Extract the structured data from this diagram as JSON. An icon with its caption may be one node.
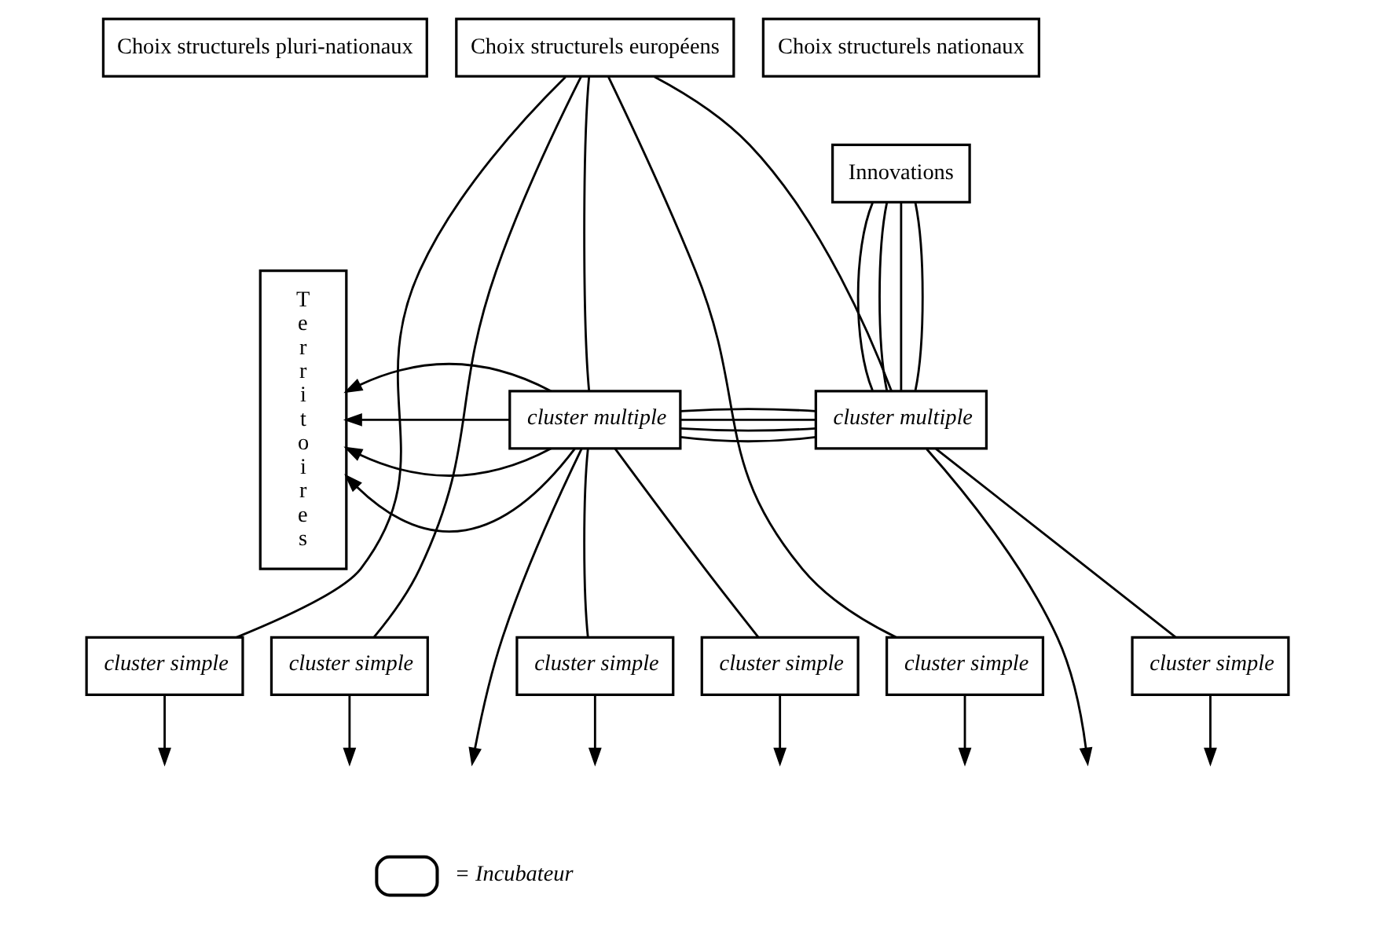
{
  "diagram": {
    "nodes": [
      {
        "text": [
          "Choix structurels européens"
        ]
      },
      {
        "text": [
          "Choix structurels pluri-nationaux"
        ]
      },
      {
        "text": [
          "Choix structurels nationaux"
        ]
      },
      {
        "text": [
          "Territoires"
        ]
      },
      {
        "text": [
          "Innovations"
        ]
      },
      {
        "text": [
          "cluster multiple"
        ]
      },
      {
        "text": [
          "cluster multiple"
        ]
      },
      {
        "text": [
          "cluster simple"
        ]
      },
      {
        "text": [
          "cluster simple"
        ]
      },
      {
        "text": [
          "cluster simple"
        ]
      },
      {
        "text": [
          "cluster simple"
        ]
      },
      {
        "text": [
          "cluster simple"
        ]
      },
      {
        "text": [
          "cluster simple"
        ]
      }
    ],
    "edges": [
      {
        "from": 0,
        "to": 7,
        "arrow": "none"
      },
      {
        "from": 0,
        "to": 8,
        "arrow": "none"
      },
      {
        "from": 0,
        "to": 5,
        "arrow": "none"
      },
      {
        "from": 0,
        "to": 11,
        "arrow": "none"
      },
      {
        "from": 0,
        "to": 6,
        "arrow": "none"
      },
      {
        "from": 4,
        "to": 6,
        "arrow": "none"
      },
      {
        "from": 4,
        "to": 6,
        "arrow": "none"
      },
      {
        "from": 4,
        "to": 6,
        "arrow": "none"
      },
      {
        "from": 4,
        "to": 6,
        "arrow": "none"
      },
      {
        "from": 6,
        "to": 5,
        "arrow": "none"
      },
      {
        "from": 6,
        "to": 5,
        "arrow": "none"
      },
      {
        "from": 6,
        "to": 5,
        "arrow": "none"
      },
      {
        "from": 6,
        "to": 5,
        "arrow": "none"
      },
      {
        "from": 5,
        "to": 3,
        "arrow": "to"
      },
      {
        "from": 5,
        "to": 3,
        "arrow": "to"
      },
      {
        "from": 5,
        "to": 3,
        "arrow": "to"
      },
      {
        "from": 5,
        "to": 3,
        "arrow": "to"
      },
      {
        "from": 5,
        "to": 9,
        "arrow": "none"
      },
      {
        "from": 5,
        "to": 10,
        "arrow": "none"
      },
      {
        "from": 6,
        "to": 12,
        "arrow": "none"
      },
      {
        "from": 5,
        "to": null,
        "arrow": "to"
      },
      {
        "from": 6,
        "to": null,
        "arrow": "to"
      },
      {
        "from": 7,
        "to": null,
        "arrow": "to"
      },
      {
        "from": 8,
        "to": null,
        "arrow": "to"
      },
      {
        "from": 9,
        "to": null,
        "arrow": "to"
      },
      {
        "from": 10,
        "to": null,
        "arrow": "to"
      },
      {
        "from": 11,
        "to": null,
        "arrow": "to"
      },
      {
        "from": 12,
        "to": null,
        "arrow": "to"
      }
    ],
    "legend": [
      {
        "text": "= Incubateur"
      }
    ]
  }
}
